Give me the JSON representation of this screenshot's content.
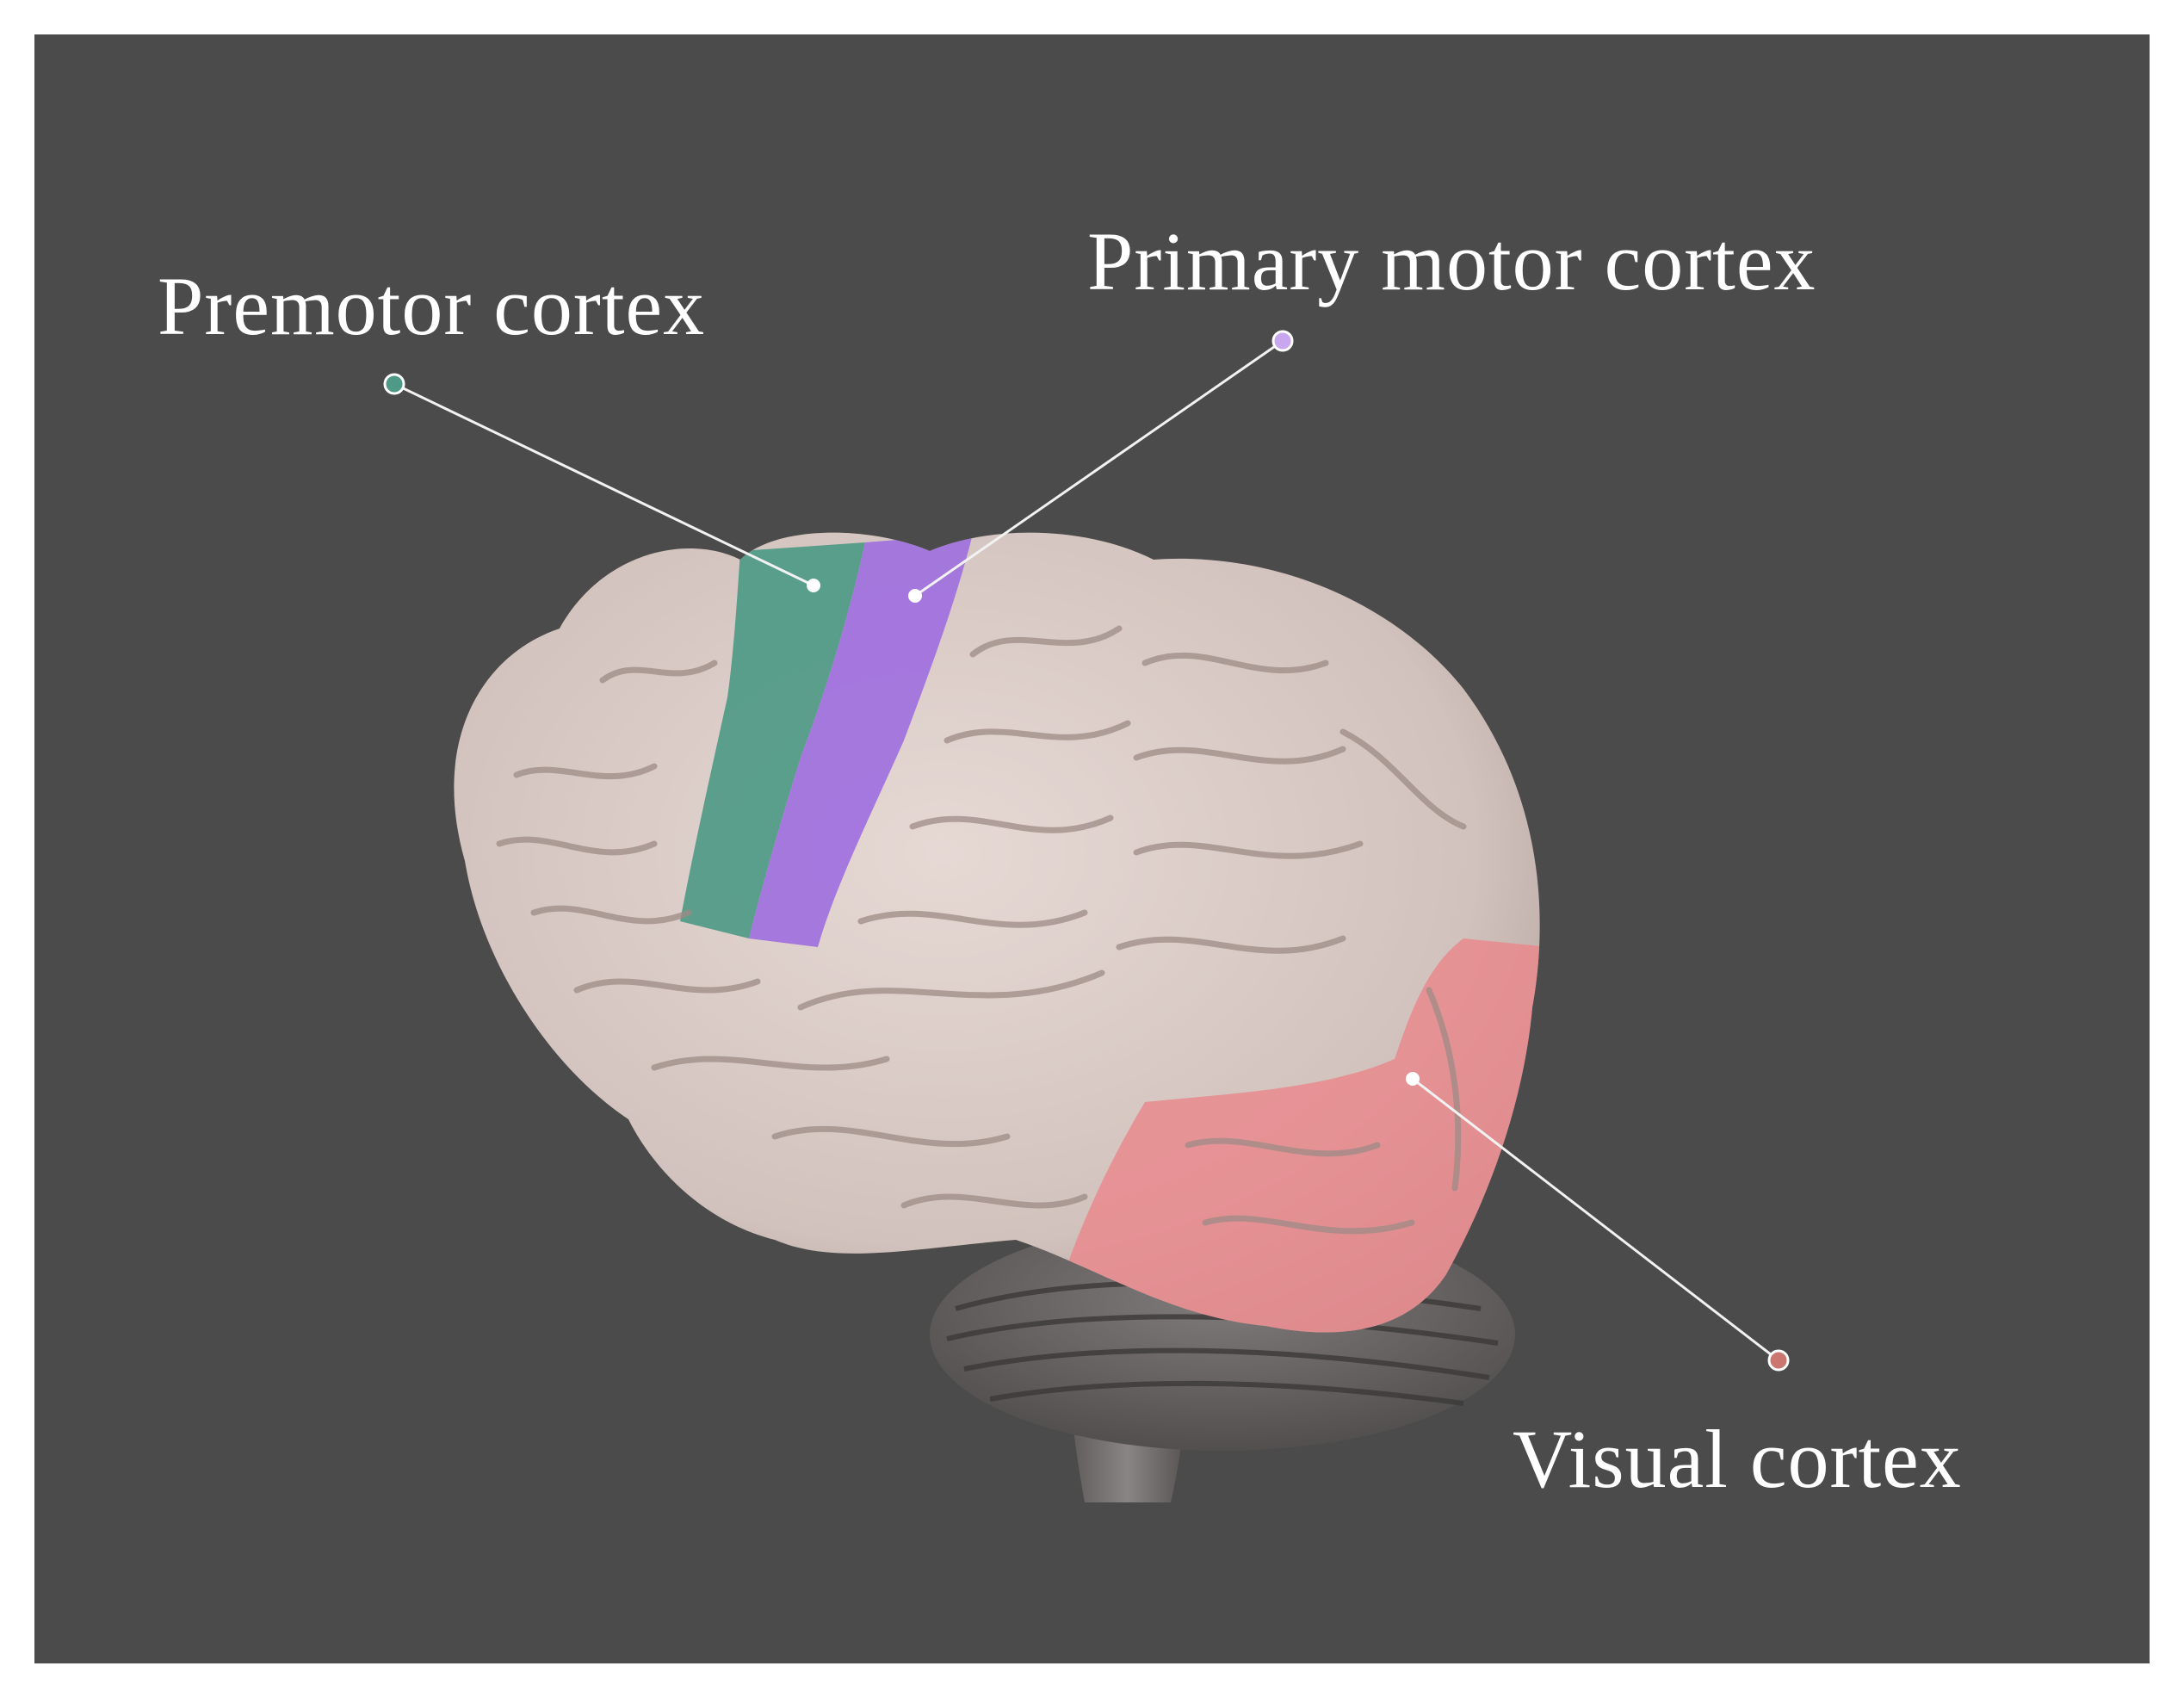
{
  "labels": {
    "premotor": "Premotor cortex",
    "primary_motor": "Primary motor cortex",
    "visual": "Visual cortex"
  },
  "colors": {
    "background": "#4b4b4b",
    "brain": "#d9cbc6",
    "premotor": "#4e9a86",
    "primary_motor": "#9f6ee0",
    "visual": "#e98a8e",
    "cerebellum": "#6e6a6a"
  }
}
